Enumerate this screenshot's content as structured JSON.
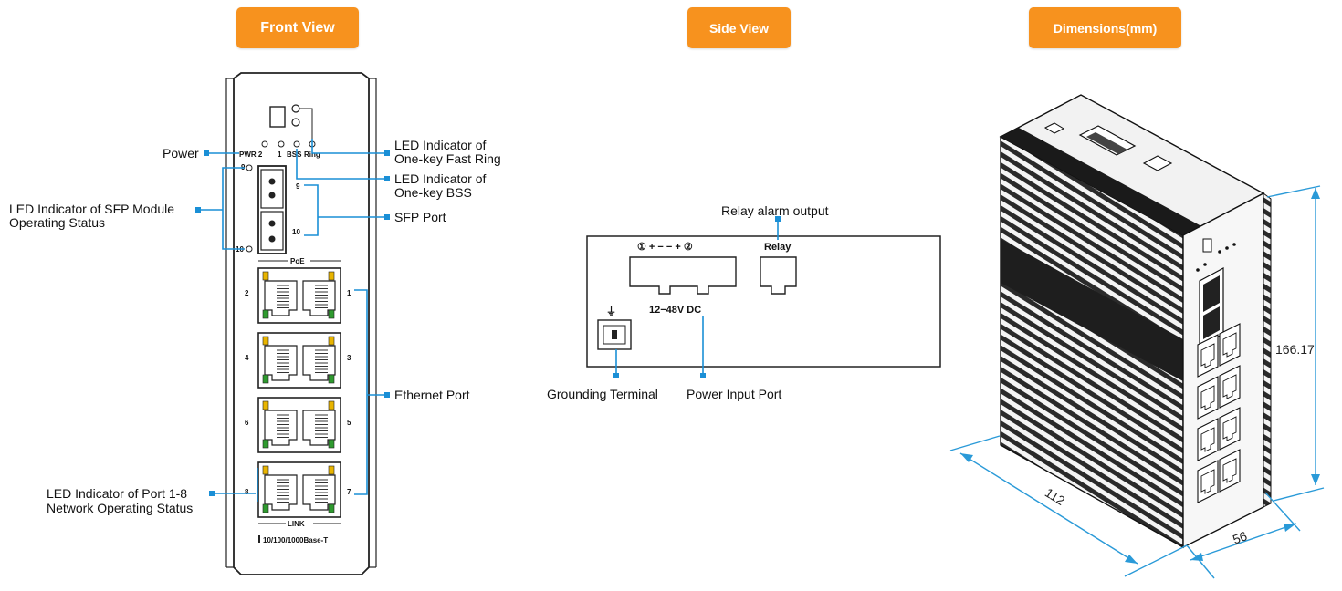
{
  "tabs": {
    "front": "Front View",
    "side": "Side View",
    "dimensions": "Dimensions(mm)"
  },
  "front": {
    "panel_labels": {
      "pwr": "PWR 2",
      "one": "1",
      "bss": "BSS",
      "ring": "Ring",
      "sfp9_led": "9",
      "sfp10_led": "10",
      "sfp9": "9",
      "sfp10": "10",
      "poe": "PoE",
      "link": "LINK",
      "speed": "10/100/1000Base-T"
    },
    "port_numbers": [
      "2",
      "1",
      "4",
      "3",
      "6",
      "5",
      "8",
      "7"
    ],
    "callouts": {
      "power": "Power",
      "fast_ring_1": "LED Indicator of",
      "fast_ring_2": "One-key Fast Ring",
      "bss_1": "LED Indicator of",
      "bss_2": "One-key BSS",
      "sfp_status_1": "LED Indicator of SFP Module",
      "sfp_status_2": "Operating Status",
      "sfp_port": "SFP Port",
      "ethernet_port": "Ethernet Port",
      "port_led_1": "LED Indicator of Port 1-8",
      "port_led_2": "Network Operating Status"
    }
  },
  "side": {
    "relay_alarm": "Relay alarm output",
    "terminal_top": "① +  −  −  +  ②",
    "relay": "Relay",
    "voltage": "12−48V DC",
    "ground_symbol": "⏚",
    "grounding_terminal": "Grounding Terminal",
    "power_input_port": "Power Input Port"
  },
  "dimensions": {
    "height": "166.17",
    "depth": "112",
    "width": "56"
  },
  "colors": {
    "accent": "#f7921e",
    "callout": "#1a8fd6",
    "dimension": "#2a9ad8",
    "led_yellow": "#e8b400",
    "led_green": "#2e9a2e"
  }
}
